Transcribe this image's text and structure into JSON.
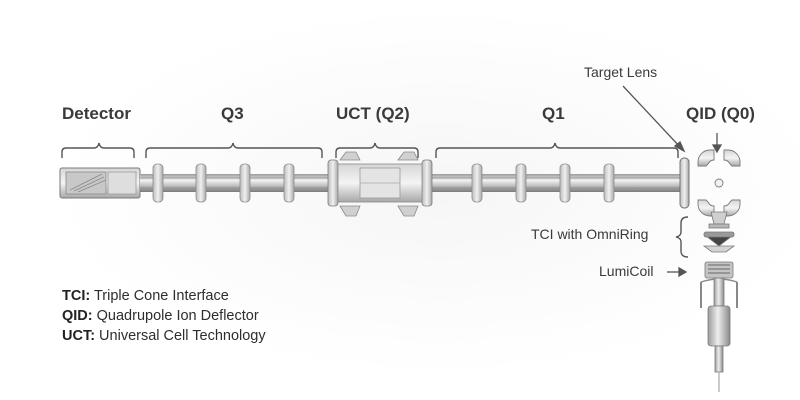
{
  "section_labels": {
    "detector": "Detector",
    "q3": "Q3",
    "uct": "UCT (Q2)",
    "q1": "Q1",
    "qid": "QID (Q0)"
  },
  "callouts": {
    "target_lens": "Target Lens",
    "tci": "TCI with OmniRing",
    "lumicoil": "LumiCoil"
  },
  "legend": [
    {
      "abbr": "TCI:",
      "text": " Triple Cone Interface"
    },
    {
      "abbr": "QID:",
      "text": " Quadrupole Ion Deflector"
    },
    {
      "abbr": "UCT:",
      "text": " Universal Cell Technology"
    }
  ],
  "colors": {
    "label_text": "#3a3a3a",
    "metal_light": "#e6e6e6",
    "metal_dark": "#8e8e8e",
    "bracket": "#555555"
  }
}
